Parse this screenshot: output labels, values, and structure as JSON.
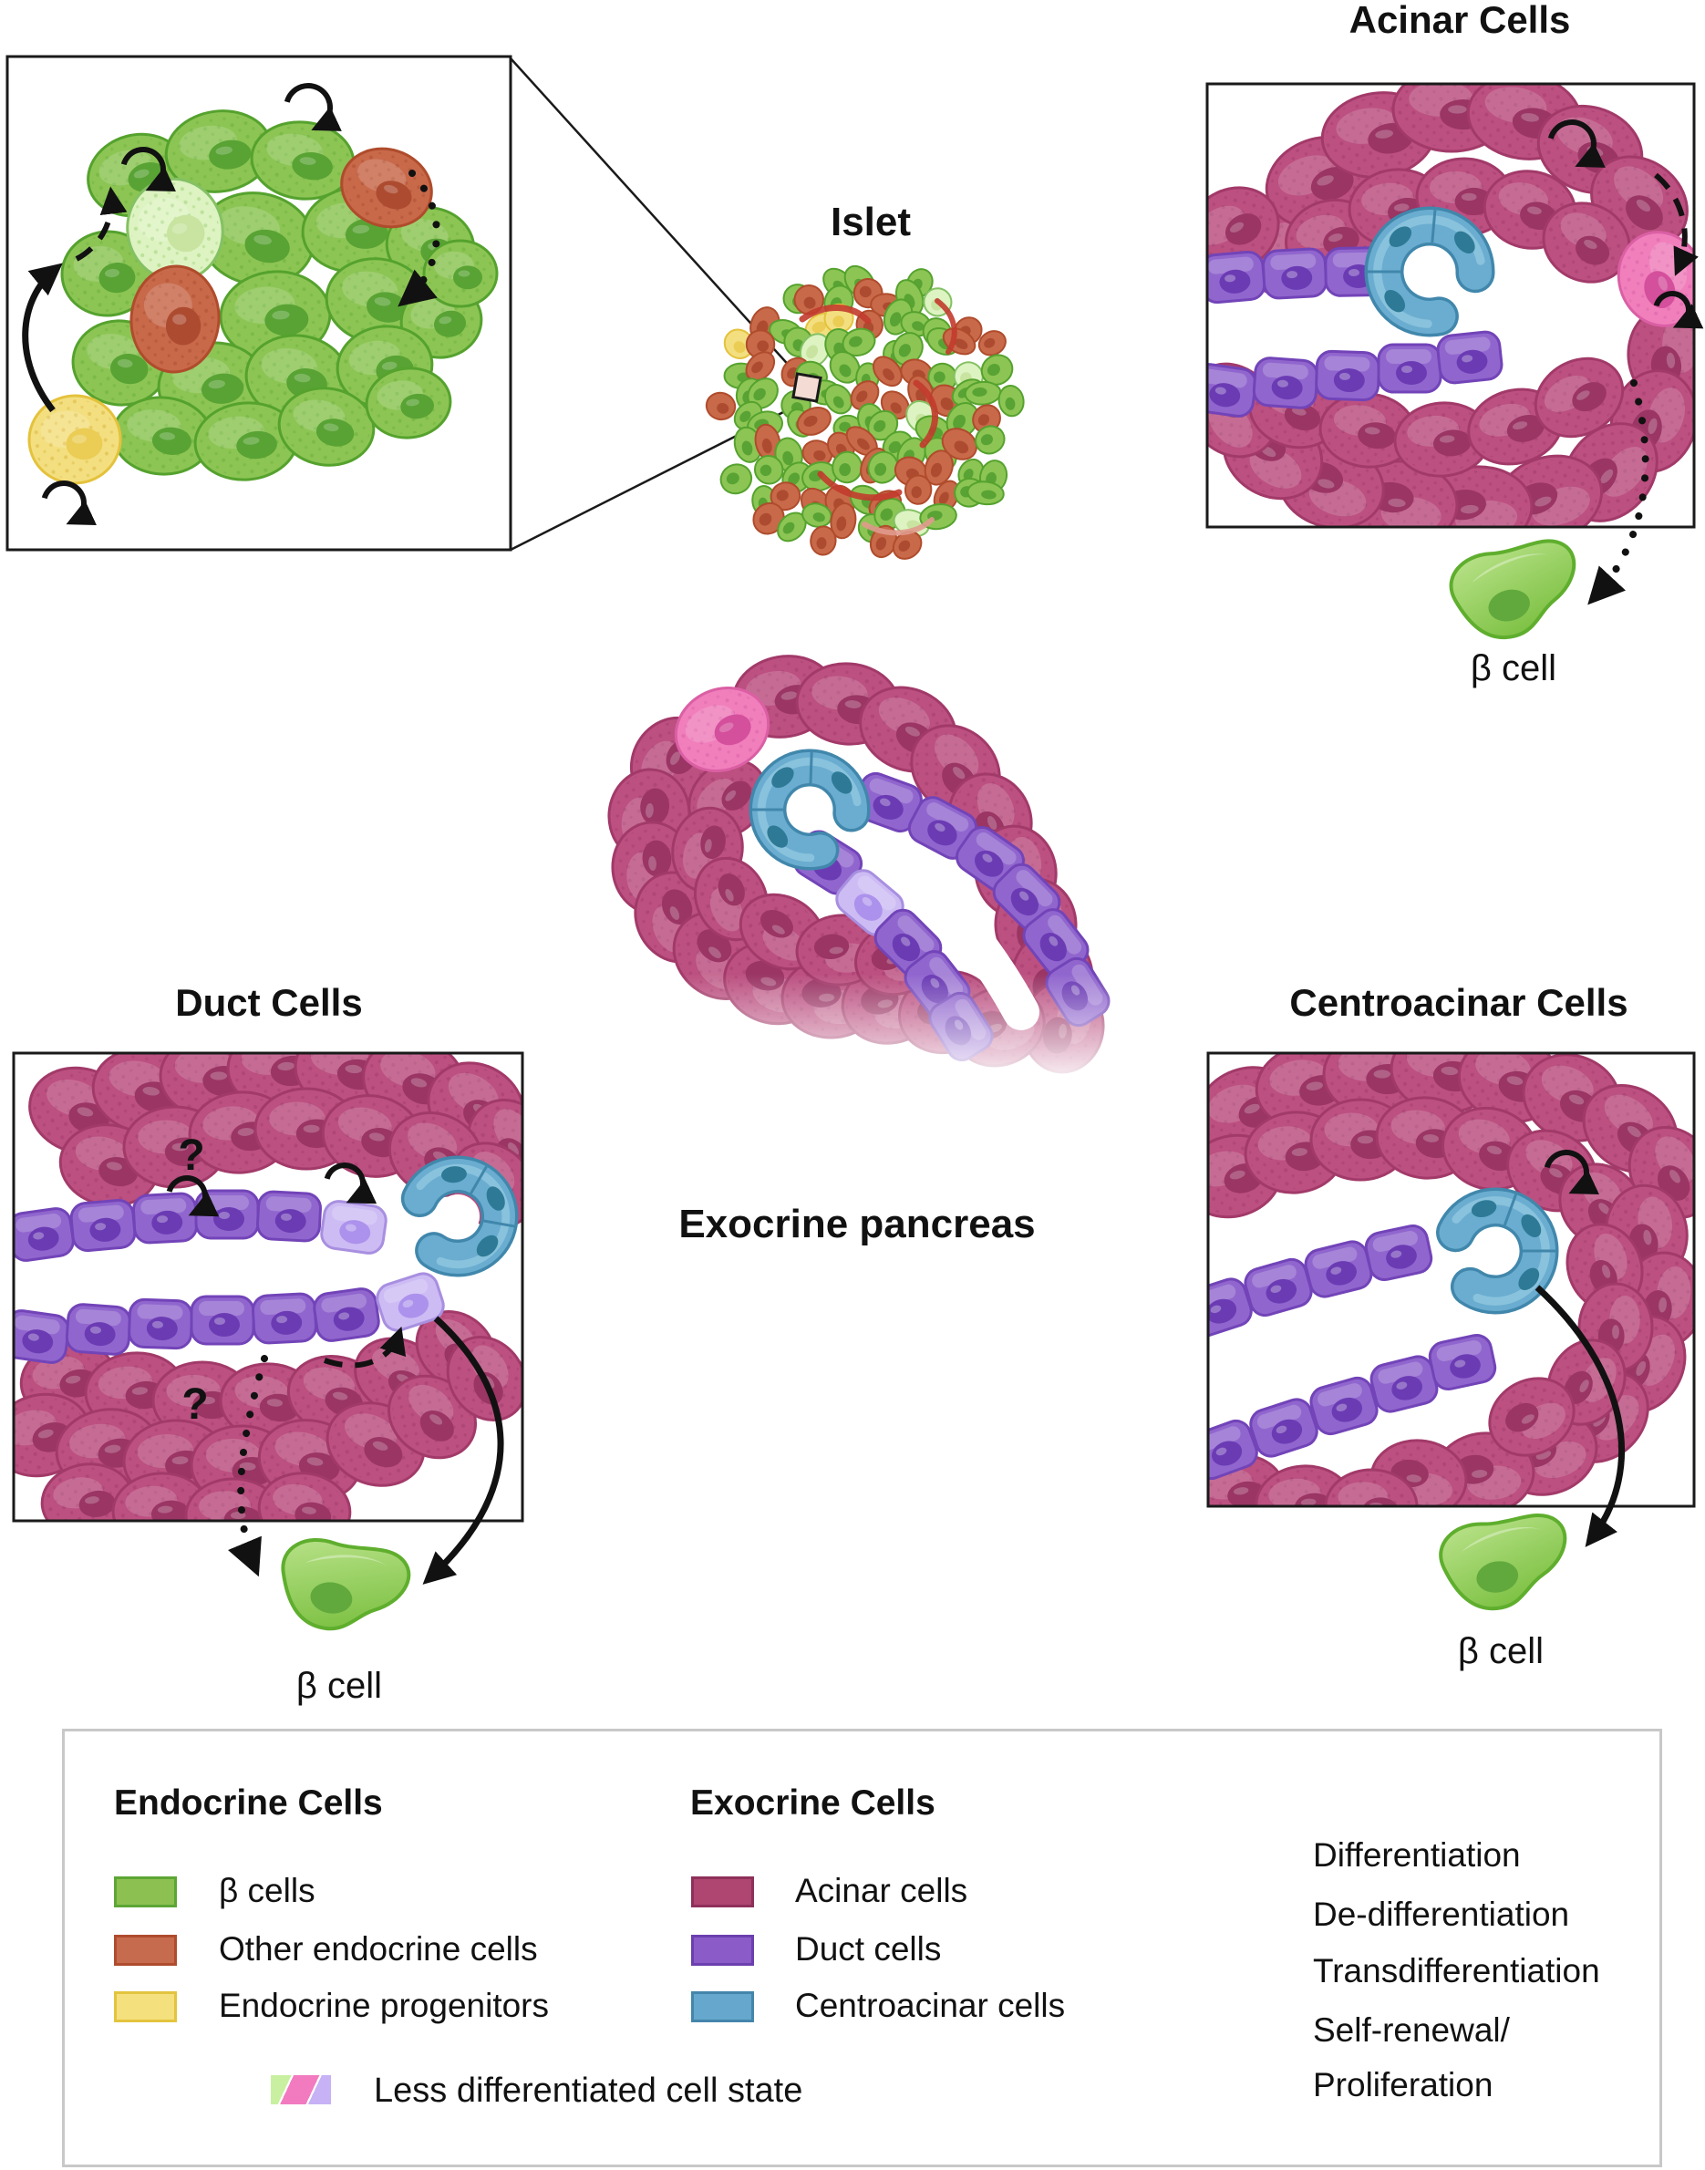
{
  "panels": {
    "islet": {
      "label": "Islet"
    },
    "acinar": {
      "title": "Acinar Cells",
      "beta_cell_label": "β cell"
    },
    "exocrine_pancreas": {
      "label": "Exocrine pancreas"
    },
    "duct": {
      "title": "Duct Cells",
      "beta_cell_label": "β cell",
      "question_mark": "?"
    },
    "centroacinar": {
      "title": "Centroacinar Cells",
      "beta_cell_label": "β cell"
    }
  },
  "legend": {
    "endocrine": {
      "header": "Endocrine Cells",
      "items": [
        {
          "label": "β cells",
          "color": "#8CC152",
          "border": "#5CA634"
        },
        {
          "label": "Other endocrine cells",
          "color": "#C76B4E",
          "border": "#AF4C2E"
        },
        {
          "label": "Endocrine progenitors",
          "color": "#F5E07E",
          "border": "#E3C43E"
        }
      ]
    },
    "exocrine": {
      "header": "Exocrine Cells",
      "items": [
        {
          "label": "Acinar cells",
          "color": "#AF4571",
          "border": "#8E3059"
        },
        {
          "label": "Duct cells",
          "color": "#8B5CC8",
          "border": "#6B3FAE"
        },
        {
          "label": "Centroacinar cells",
          "color": "#66A7CD",
          "border": "#4485AC"
        }
      ]
    },
    "less_differentiated": {
      "label": "Less differentiated cell state",
      "colors": [
        "#C9F0A0",
        "#F27BC0",
        "#C6B2F5"
      ]
    },
    "arrow_key": [
      {
        "style": "solid",
        "label": "Differentiation"
      },
      {
        "style": "dashed",
        "label": "De-differentiation"
      },
      {
        "style": "dotted",
        "label": "Transdifferentiation"
      },
      {
        "style": "loop",
        "label": "Self-renewal/",
        "label2": "Proliferation"
      }
    ]
  },
  "cell_colors": {
    "green": {
      "f": "#8CC554",
      "s": "#55A22E",
      "n": "#58A334"
    },
    "lightgreen": {
      "f": "#DDF3C2",
      "s": "#84C163",
      "n": "#C8E4A0"
    },
    "red": {
      "f": "#C8694A",
      "s": "#AF4C2C",
      "n": "#AD4B30"
    },
    "yellow": {
      "f": "#F3DF80",
      "s": "#E4C23C",
      "n": "#EBCD55"
    },
    "acinar": {
      "f": "#BC5080",
      "s": "#A23A69",
      "n": "#9A3564"
    },
    "pink": {
      "f": "#F07FBC",
      "s": "#DB5FA4",
      "n": "#D44F9C"
    },
    "blue": {
      "f": "#6AADD0",
      "s": "#4187AC",
      "n": "#2E7A96",
      "hl": "#97CBE1"
    },
    "purple": {
      "f": "#9066CE",
      "s": "#7244B8",
      "n": "#6B3BB4"
    },
    "lightpurple": {
      "f": "#CDBCF4",
      "s": "#A88FE0",
      "n": "#AC92EC"
    },
    "beta": {
      "f": "#8CC94F",
      "s": "#5FAE2E",
      "n": "#61A93C"
    },
    "capillary": "#C23B2C",
    "arrow": "#111111"
  }
}
